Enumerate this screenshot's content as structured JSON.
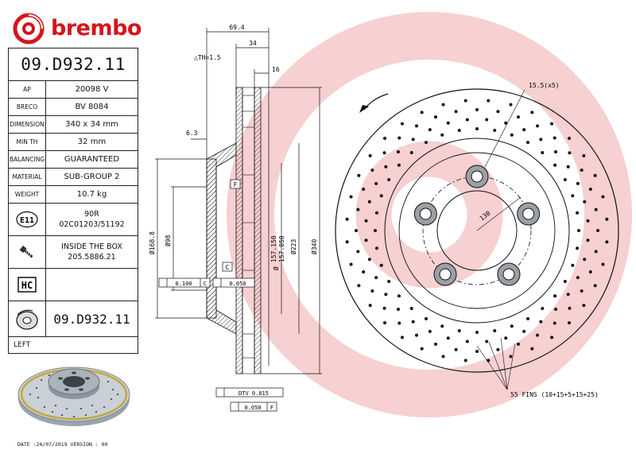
{
  "brand": {
    "name": "brembo",
    "color": "#d4151b"
  },
  "part_number": "09.D932.11",
  "specs": [
    {
      "key": "AP",
      "value": "20098 V"
    },
    {
      "key": "BRECO",
      "value": "BV 8084"
    },
    {
      "key": "DIMENSION",
      "value": "340 x 34 mm"
    },
    {
      "key": "MIN TH",
      "value": "32 mm"
    },
    {
      "key": "BALANCING",
      "value": "GUARANTEED"
    },
    {
      "key": "MATERIAL",
      "value": "SUB-GROUP 2"
    },
    {
      "key": "WEIGHT",
      "value": "10.7 kg"
    }
  ],
  "approval": {
    "icon": "e11-icon",
    "mark": "E11",
    "line1": "90R",
    "line2": "02C01203/51192"
  },
  "inside_box": {
    "icon": "screw-icon",
    "line1": "INSIDE THE BOX",
    "line2": "205.5886.21"
  },
  "hc": {
    "label": "HC"
  },
  "bottom_part": {
    "icon": "disc-icon",
    "value": "09.D932.11"
  },
  "side_label": "LEFT",
  "footer": "DATE :24/07/2019 VERSION : 00",
  "dimensions": {
    "overall_width": "69.4",
    "thickness": "34",
    "offset_16": "16",
    "th_tolerance": "△TH=1.5",
    "offset_6_3": "6.3",
    "dia_168_8": "Ø168.8",
    "dia_98": "Ø98",
    "dia_157": "Ø",
    "dia_157_top": "157.150",
    "dia_157_bot": "157.050",
    "dia_223": "Ø223",
    "dia_340": "Ø340",
    "datum_f": "F",
    "datum_c": "C",
    "tol_parallel": "0.100",
    "tol_parallel_ref": "C",
    "tol_flat": "0.050",
    "tol_dtv": "DTV 0.015",
    "tol_runout": "0.050",
    "tol_runout_ref": "F",
    "holes": "15.5(x5)",
    "pcd": "130",
    "fins": "55 FINS (10+15+5+15+25)"
  }
}
